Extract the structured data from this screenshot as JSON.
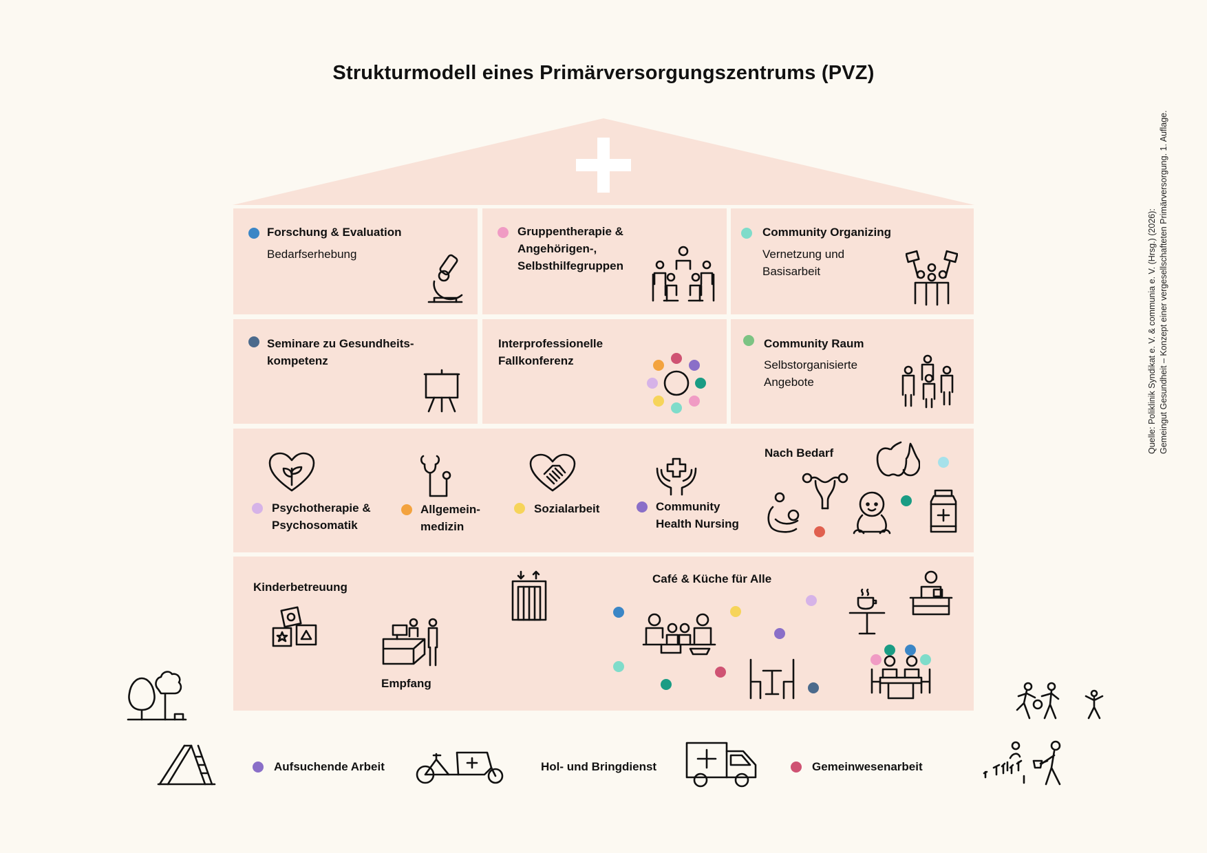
{
  "title": "Strukturmodell eines Primärversorgungszentrums (PVZ)",
  "source": {
    "line1": "Quelle: Poliklinik Syndikat e. V. & communia e. V. (Hrsg.) (2026):",
    "line2": "Gemeingut Gesundheit – Konzept einer vergesellschafteten Primärversorgung. 1. Auflage."
  },
  "colors": {
    "background": "#fcf9f2",
    "house": "#f9e2d8",
    "blue": "#3b86c6",
    "slate": "#4b6a8c",
    "pink": "#f09bc4",
    "teal_light": "#7fdcca",
    "green": "#7cc383",
    "lilac": "#d6b3e8",
    "orange": "#f3a33f",
    "yellow": "#f6d45a",
    "purple": "#8a6fc8",
    "crimson": "#cf5373",
    "teal": "#1a9c84",
    "red": "#e0604f",
    "sky": "#a6e1ea"
  },
  "row1": {
    "forschung": {
      "title": "Forschung & Evaluation",
      "sub": "Bedarfserhebung",
      "icon": "microscope-icon"
    },
    "gruppen": {
      "line1": "Gruppentherapie &",
      "line2": "Angehörigen-,",
      "line3": "Selbsthilfegruppen",
      "icon": "group-therapy-icon"
    },
    "organizing": {
      "title": "Community Organizing",
      "sub1": "Vernetzung und",
      "sub2": "Basisarbeit",
      "icon": "protest-group-icon"
    }
  },
  "row2": {
    "seminare": {
      "line1": "Seminare zu Gesundheits-",
      "line2": "kompetenz",
      "icon": "easel-icon"
    },
    "fallkonferenz": {
      "line1": "Interprofessionelle",
      "line2": "Fallkonferenz",
      "icon": "round-table-icon"
    },
    "raum": {
      "title": "Community Raum",
      "sub1": "Selbstorganisierte",
      "sub2": "Angebote",
      "icon": "people-group-icon"
    }
  },
  "row3": {
    "psycho": {
      "line1": "Psychotherapie &",
      "line2": "Psychosomatik",
      "icon": "heart-leaf-icon"
    },
    "allgemein": {
      "line1": "Allgemein-",
      "line2": "medizin",
      "icon": "stethoscope-icon"
    },
    "sozial": {
      "title": "Sozialarbeit",
      "icon": "heart-handshake-icon"
    },
    "nursing": {
      "line1": "Community",
      "line2": "Health Nursing",
      "icon": "hands-cross-icon"
    },
    "bedarf": {
      "title": "Nach Bedarf",
      "icons": [
        "fruit-icon",
        "uterus-icon",
        "breastfeeding-icon",
        "baby-icon",
        "medicine-bottle-icon"
      ]
    }
  },
  "row4": {
    "kinder": {
      "title": "Kinderbetreuung",
      "icon": "toy-blocks-icon"
    },
    "empfang": {
      "title": "Empfang",
      "icon": "reception-desk-icon"
    },
    "aufzug": {
      "icon": "elevator-icon"
    },
    "cafe": {
      "title": "Café & Küche für Alle",
      "icons": [
        "cafe-table-icon",
        "barista-icon",
        "cooking-group-icon",
        "table-chairs-icon",
        "dining-group-icon"
      ]
    }
  },
  "outside": {
    "aufsuchend": {
      "title": "Aufsuchende Arbeit",
      "icon": "cargo-bike-icon"
    },
    "holbring": {
      "title": "Hol- und Bringdienst",
      "icon": "ambulance-icon"
    },
    "gemeinwesen": {
      "title": "Gemeinwesenarbeit",
      "icon": "gardening-icon"
    },
    "decor": [
      "trees-icon",
      "slide-icon",
      "playing-people-icon",
      "child-icon"
    ]
  }
}
